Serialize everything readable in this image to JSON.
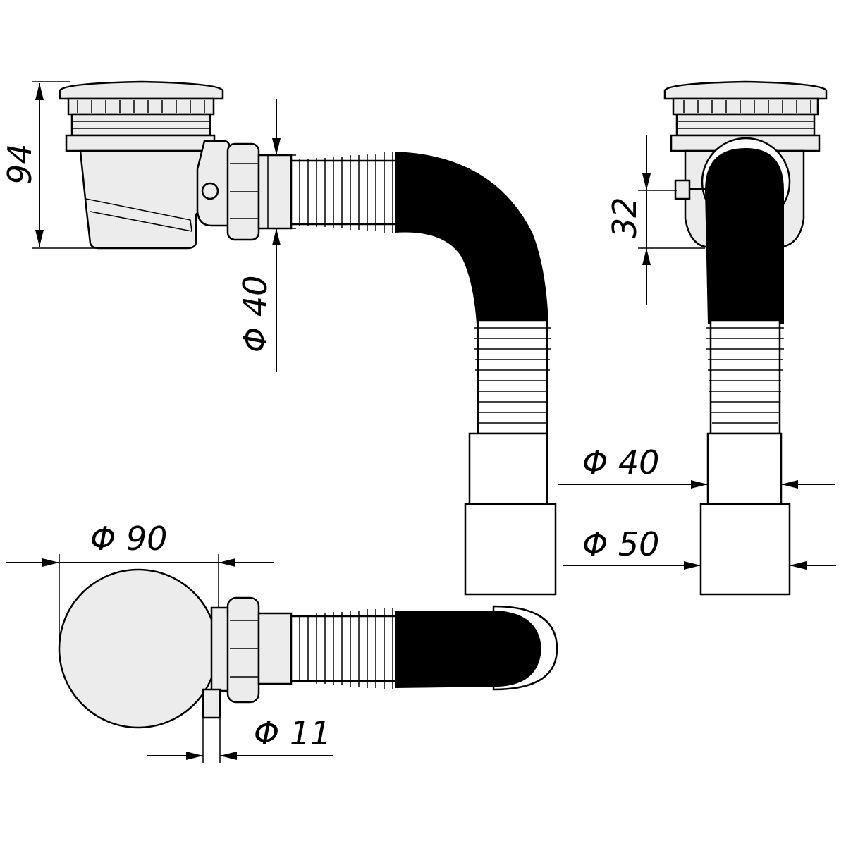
{
  "dimensions": {
    "height_total": "94",
    "outlet_side": "Φ 40",
    "flange_height": "32",
    "pipe_outer": "Φ 40",
    "pipe_socket": "Φ 50",
    "drain_cap": "Φ 90",
    "overflow_nozzle": "Φ 11"
  },
  "colors": {
    "line": "#000000",
    "metal": "#ececec",
    "hose": "#000000",
    "background": "#ffffff"
  }
}
